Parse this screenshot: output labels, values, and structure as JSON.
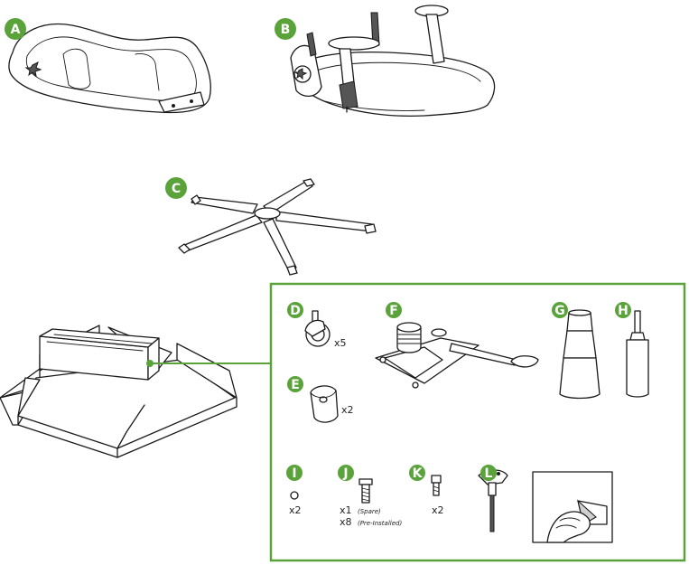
{
  "colors": {
    "accent": "#5aa33b",
    "line": "#1a1a1a"
  },
  "parts": {
    "A": {
      "letter": "A"
    },
    "B": {
      "letter": "B"
    },
    "C": {
      "letter": "C"
    },
    "D": {
      "letter": "D",
      "qty": "x5"
    },
    "E": {
      "letter": "E",
      "qty": "x2"
    },
    "F": {
      "letter": "F"
    },
    "G": {
      "letter": "G"
    },
    "H": {
      "letter": "H"
    },
    "I": {
      "letter": "I",
      "qty": "x2"
    },
    "J": {
      "letter": "J",
      "qty_spare": "x1",
      "qty_spare_note": "(Spare)",
      "qty_installed": "x8",
      "qty_installed_note": "(Pre-Installed)"
    },
    "K": {
      "letter": "K",
      "qty": "x2"
    },
    "L": {
      "letter": "L"
    }
  }
}
